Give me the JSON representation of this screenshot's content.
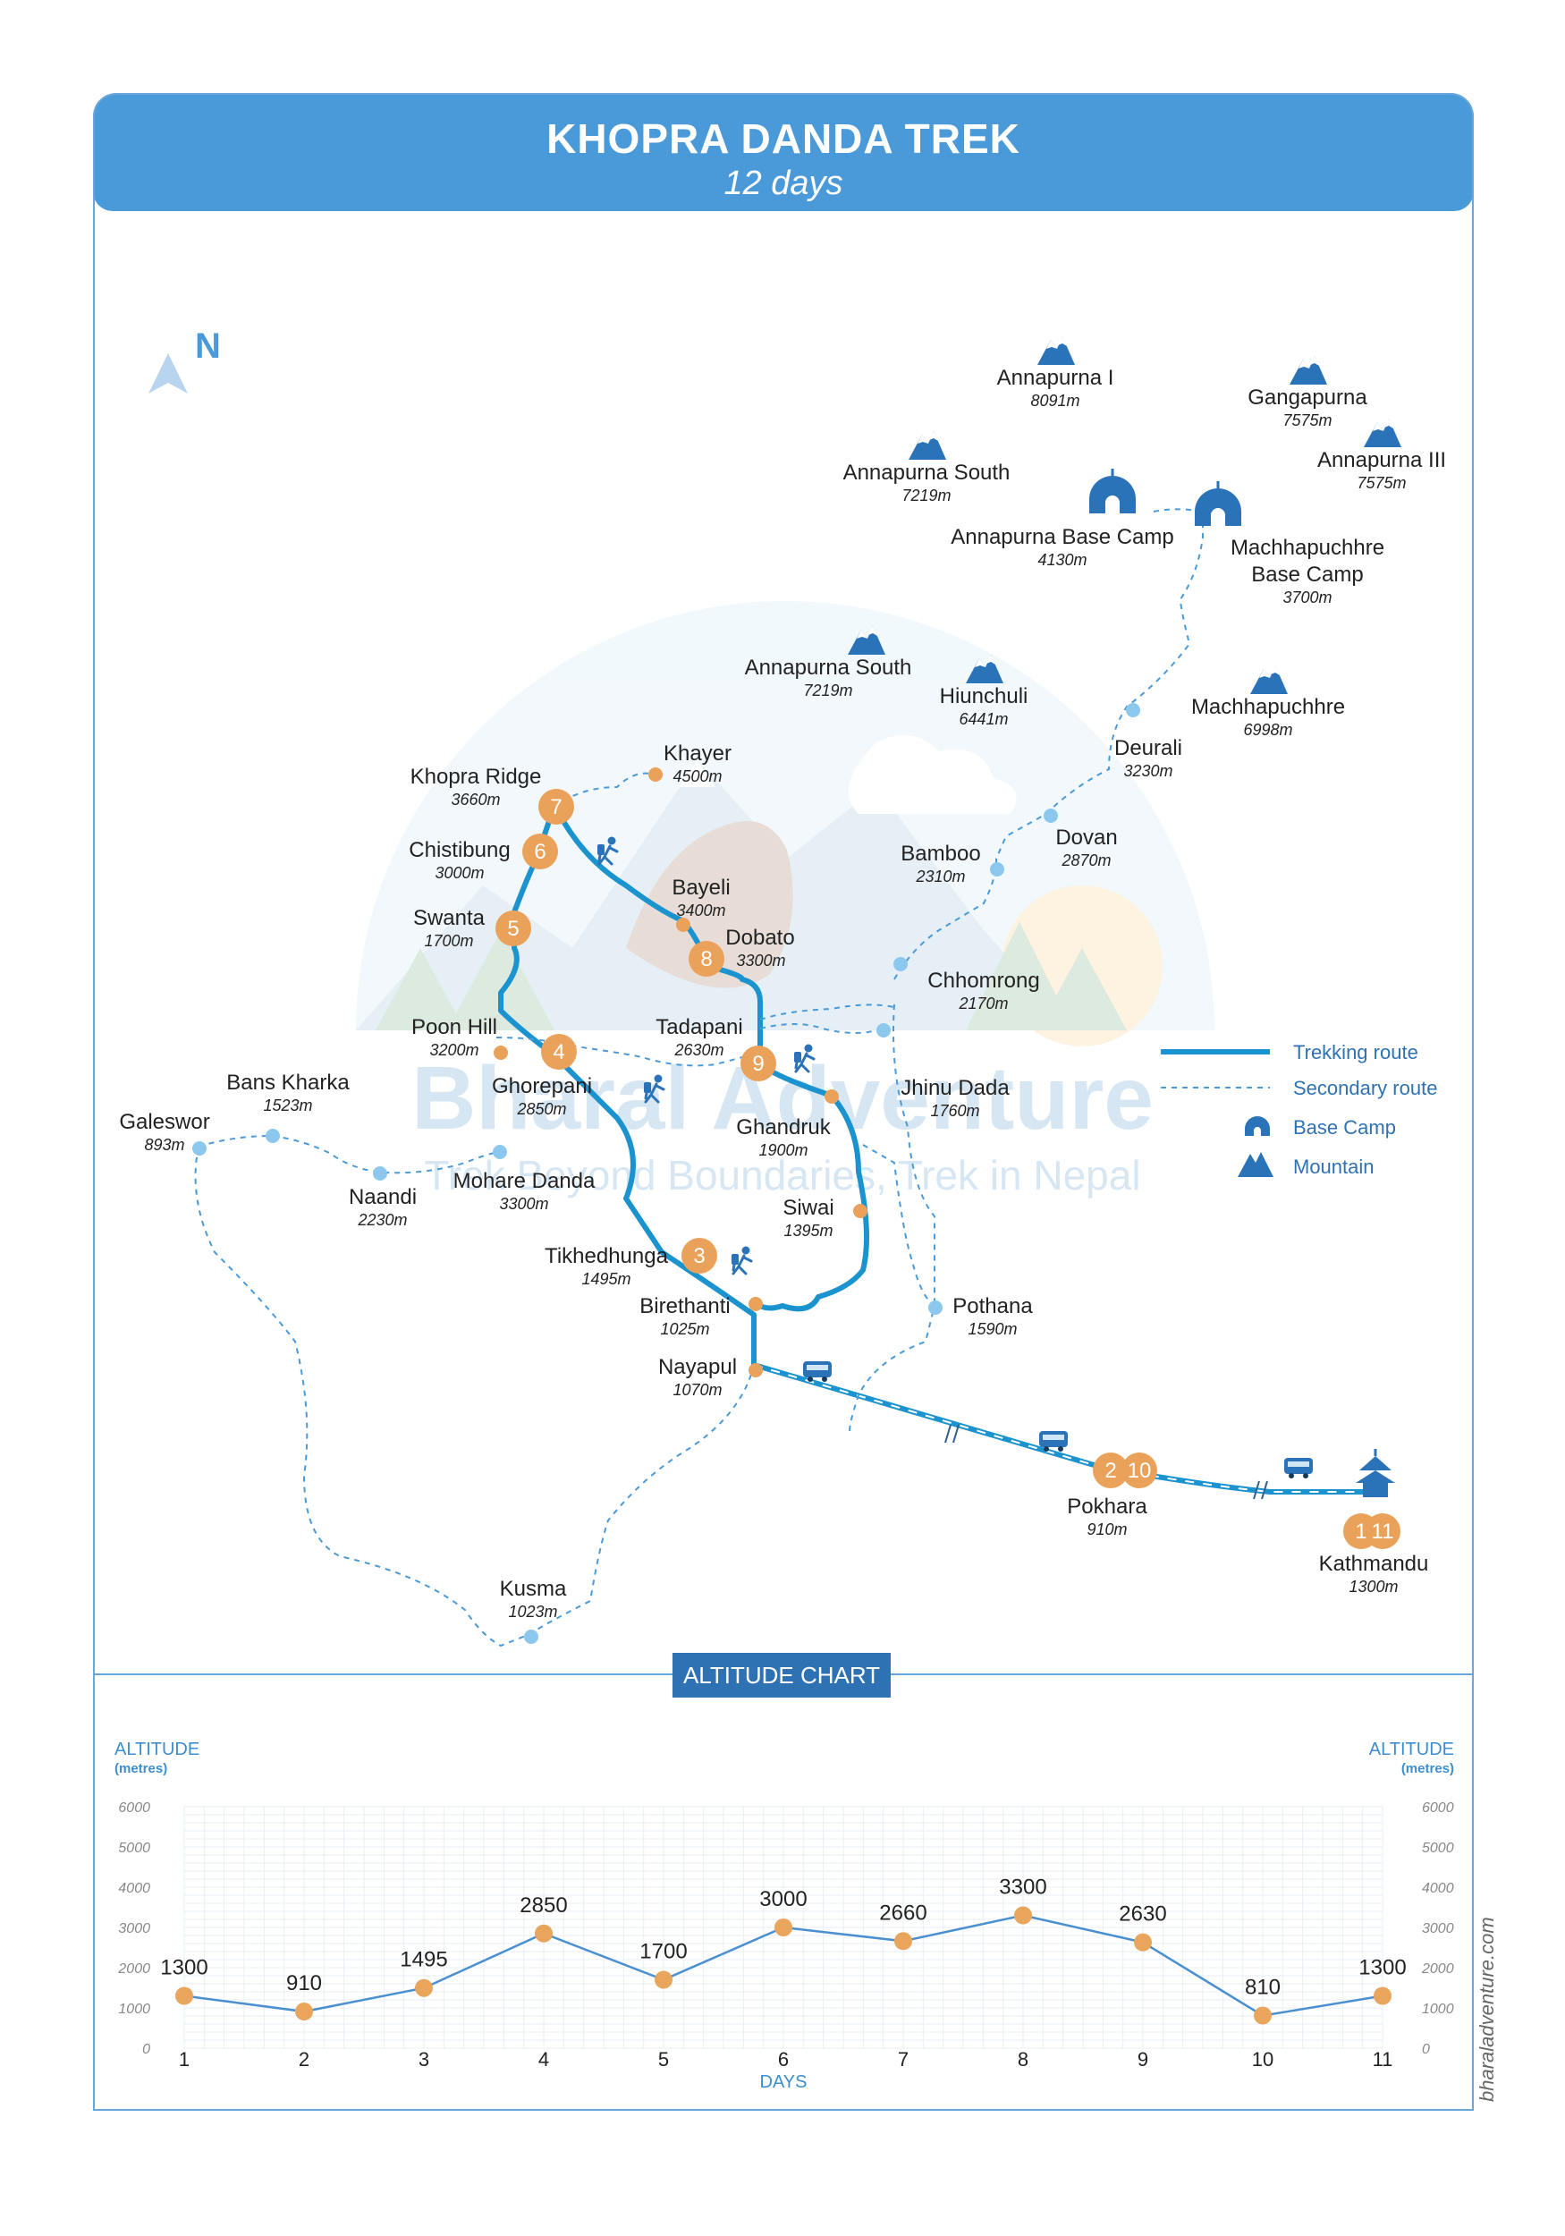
{
  "header": {
    "title": "KHOPRA DANDA TREK",
    "subtitle": "12 days"
  },
  "watermark": {
    "brand": "Bharal Adventure",
    "tagline": "Trek Beyond Boundaries, Trek in Nepal"
  },
  "compass": {
    "label": "N"
  },
  "legend": [
    {
      "label": "Trekking route",
      "icon": "trekking-route-line"
    },
    {
      "label": "Secondary route",
      "icon": "secondary-route-dashed-line"
    },
    {
      "label": "Base Camp",
      "icon": "base-camp-icon"
    },
    {
      "label": "Mountain",
      "icon": "mountain-icon"
    }
  ],
  "mountains": [
    {
      "name": "Annapurna I",
      "alt": "8091m"
    },
    {
      "name": "Gangapurna",
      "alt": "7575m"
    },
    {
      "name": "Annapurna III",
      "alt": "7575m"
    },
    {
      "name": "Annapurna South",
      "alt": "7219m"
    },
    {
      "name": "Annapurna South",
      "alt": "7219m"
    },
    {
      "name": "Hiunchuli",
      "alt": "6441m"
    },
    {
      "name": "Machhapuchhre",
      "alt": "6998m"
    }
  ],
  "base_camps": [
    {
      "name": "Annapurna Base Camp",
      "alt": "4130m"
    },
    {
      "name": "Machhapuchhre Base Camp",
      "alt": "3700m"
    }
  ],
  "places": [
    {
      "name": "Khopra Ridge",
      "alt": "3660m",
      "day": "7"
    },
    {
      "name": "Khayer",
      "alt": "4500m"
    },
    {
      "name": "Chistibung",
      "alt": "3000m",
      "day": "6"
    },
    {
      "name": "Swanta",
      "alt": "1700m",
      "day": "5"
    },
    {
      "name": "Bayeli",
      "alt": "3400m"
    },
    {
      "name": "Dobato",
      "alt": "3300m",
      "day": "8"
    },
    {
      "name": "Poon Hill",
      "alt": "3200m"
    },
    {
      "name": "Ghorepani",
      "alt": "2850m",
      "day": "4"
    },
    {
      "name": "Tadapani",
      "alt": "2630m",
      "day": "9"
    },
    {
      "name": "Ghandruk",
      "alt": "1900m"
    },
    {
      "name": "Jhinu Dada",
      "alt": "1760m"
    },
    {
      "name": "Chhomrong",
      "alt": "2170m"
    },
    {
      "name": "Bamboo",
      "alt": "2310m"
    },
    {
      "name": "Dovan",
      "alt": "2870m"
    },
    {
      "name": "Deurali",
      "alt": "3230m"
    },
    {
      "name": "Bans Kharka",
      "alt": "1523m"
    },
    {
      "name": "Galeswor",
      "alt": "893m"
    },
    {
      "name": "Naandi",
      "alt": "2230m"
    },
    {
      "name": "Mohare Danda",
      "alt": "3300m"
    },
    {
      "name": "Siwai",
      "alt": "1395m"
    },
    {
      "name": "Tikhedhunga",
      "alt": "1495m",
      "day": "3"
    },
    {
      "name": "Birethanti",
      "alt": "1025m"
    },
    {
      "name": "Nayapul",
      "alt": "1070m"
    },
    {
      "name": "Pothana",
      "alt": "1590m"
    },
    {
      "name": "Pokhara",
      "alt": "910m",
      "day": "2",
      "day2": "10"
    },
    {
      "name": "Kathmandu",
      "alt": "1300m",
      "day": "1",
      "day2": "11"
    },
    {
      "name": "Kusma",
      "alt": "1023m"
    }
  ],
  "altitude_section": {
    "title": "ALTITUDE CHART"
  },
  "chart_data": {
    "type": "line",
    "title": "ALTITUDE CHART",
    "xlabel": "DAYS",
    "ylabel": "ALTITUDE",
    "ylabel_unit": "(metres)",
    "x": [
      1,
      2,
      3,
      4,
      5,
      6,
      7,
      8,
      9,
      10,
      11
    ],
    "series": [
      {
        "values": [
          1300,
          910,
          1495,
          2850,
          1700,
          3000,
          2660,
          3300,
          2630,
          810,
          1300
        ]
      }
    ],
    "data_labels": [
      "1300",
      "910",
      "1495",
      "2850",
      "1700",
      "3000",
      "2660",
      "3300",
      "2630",
      "810",
      "1300"
    ],
    "y_ticks": [
      "0",
      "1000",
      "2000",
      "3000",
      "4000",
      "5000",
      "6000"
    ],
    "ylim": [
      0,
      6000
    ],
    "grid": true,
    "line_color": "#4a8fd0",
    "marker_color": "#e9a55c"
  },
  "footer": {
    "url": "bharaladventure.com"
  },
  "colors": {
    "primary_blue": "#4a9ad9",
    "dark_blue": "#2f72b4",
    "route_blue": "#1a93cf",
    "secondary_blue": "#4a9ad9",
    "day_orange": "#eaa25a",
    "light_dot": "#8cc8ee"
  }
}
